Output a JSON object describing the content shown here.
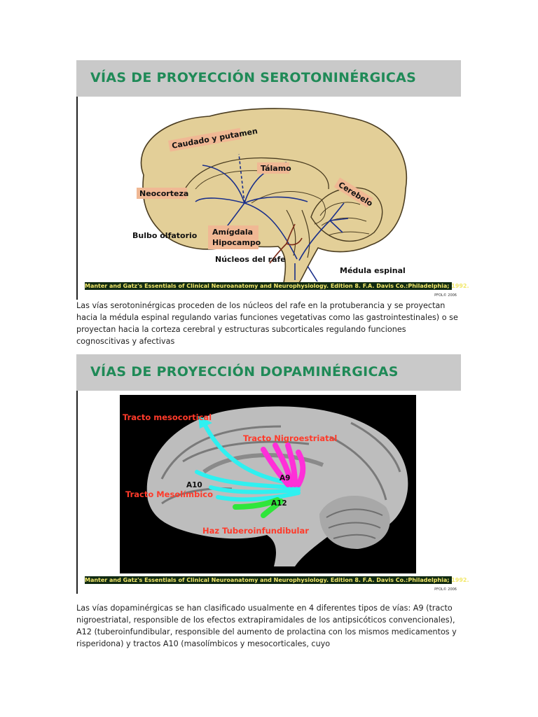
{
  "figure1": {
    "title": "VÍAS DE PROYECCIÓN SEROTONINÉRGICAS",
    "labels": {
      "caudado": "Caudado y putamen",
      "talamo": "Tálamo",
      "neocorteza": "Neocorteza",
      "cerebelo": "Cerebelo",
      "bulbo": "Bulbo olfatorio",
      "amigdala": "Amígdala",
      "hipocampo": "Hipocampo",
      "nucleos": "Núcleos del rafe",
      "medula": "Médula espinal"
    },
    "credit": "Manter and Gatz's Essentials of Clinical Neuroanatomy and Neurophysiology. Edition 8. F.A. Davis Co.:Philadelphia; 1992.",
    "watermark": "PFOL© 2006",
    "colors": {
      "brain": "#e3cf98",
      "arrow": "#1a2f8a",
      "label_box": "#f0b894",
      "title": "#1f8a57"
    }
  },
  "paragraph1": "Las vías serotoninérgicas proceden de los núcleos del rafe en la protuberancia y se proyectan hacia la médula espinal regulando varias funciones vegetativas como las gastrointestinales) o se proyectan hacia la corteza cerebral y estructuras subcorticales regulando funciones cognoscitivas y afectivas",
  "figure2": {
    "title": "VÍAS DE PROYECCIÓN DOPAMINÉRGICAS",
    "labels": {
      "mesocortical": "Tracto mesocortical",
      "nigroestriatal": "Tracto Nigroestriatal",
      "a9": "A9",
      "a10": "A10",
      "mesolimbico": "Tracto Mesolímbico",
      "a12": "A12",
      "tuberoinfundibular": "Haz Tuberoinfundibular"
    },
    "credit": "Manter and Gatz's Essentials of Clinical Neuroanatomy and Neurophysiology. Edition 8. F.A. Davis Co.:Philadelphia; 1992.",
    "watermark": "PFOL© 2006",
    "colors": {
      "mesocortical": "#2ff0f0",
      "nigroestriatal": "#ff2fd8",
      "tuberoinfundibular": "#2fe63a",
      "label": "#ff3a2a"
    }
  },
  "paragraph2": "Las vías dopaminérgicas se han clasificado usualmente en 4 diferentes tipos de vías: A9 (tracto nigroestriatal, responsible de los efectos extrapiramidales de los antipsicóticos convencionales), A12 (tuberoinfundibular, responsible del aumento de prolactina con los mismos medicamentos y risperidona) y tractos A10 (masolímbicos y mesocorticales, cuyo"
}
